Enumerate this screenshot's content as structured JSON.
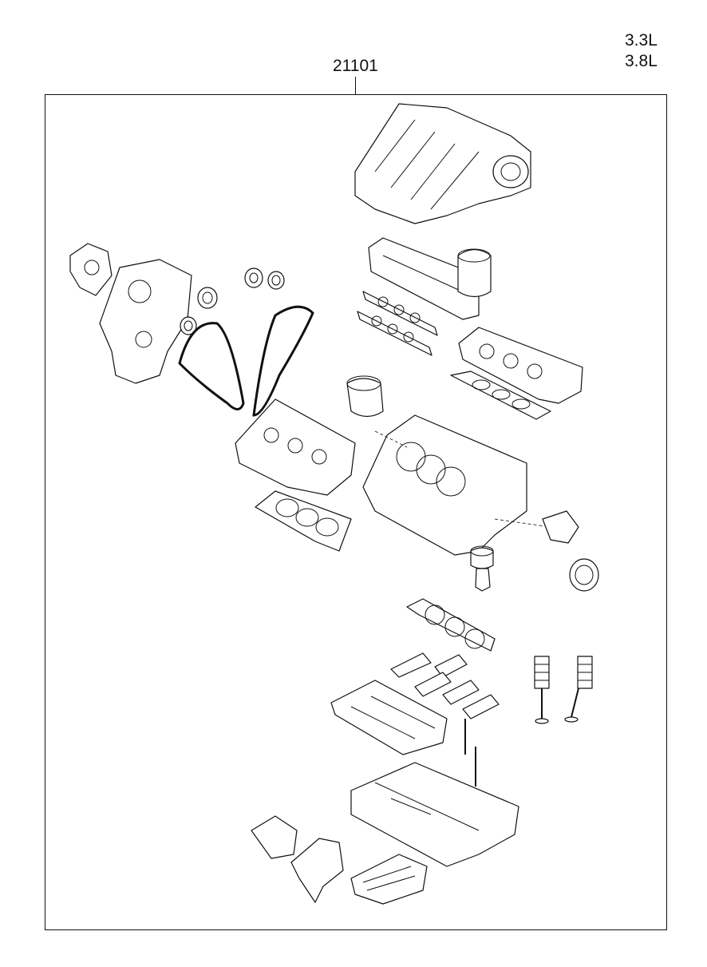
{
  "header": {
    "engine_variants": [
      "3.3L",
      "3.8L"
    ],
    "part_number": "21101"
  }
}
